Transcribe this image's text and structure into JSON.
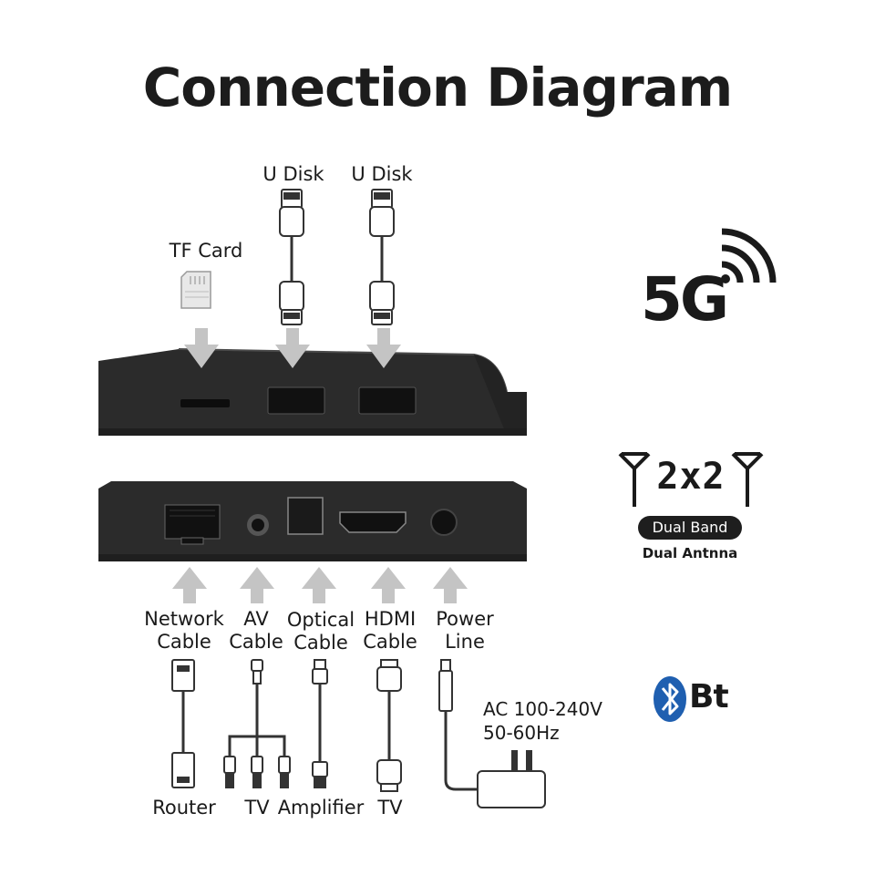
{
  "title": "Connection Diagram",
  "top_ports": {
    "tf_card": "TF Card",
    "u_disk_1": "U Disk",
    "u_disk_2": "U Disk"
  },
  "badges": {
    "five_g": "5G",
    "antenna_2x2": "2x2",
    "dual_band": "Dual Band",
    "dual_antenna": "Dual Antnna",
    "bluetooth": "Bt"
  },
  "rear_ports": [
    {
      "label_line1": "Network",
      "label_line2": "Cable",
      "device": "Router"
    },
    {
      "label_line1": "AV",
      "label_line2": "Cable",
      "device": "TV"
    },
    {
      "label_line1": "Optical",
      "label_line2": "Cable",
      "device": "Amplifier"
    },
    {
      "label_line1": "HDMI",
      "label_line2": "Cable",
      "device": "TV"
    },
    {
      "label_line1": "Power",
      "label_line2": "Line",
      "device": ""
    }
  ],
  "power_spec": {
    "line1": "AC 100-240V",
    "line2": "50-60Hz"
  },
  "colors": {
    "device_body": "#2b2b2b",
    "arrow": "#c4c4c4",
    "bluetooth_blue": "#1f5fb0",
    "text": "#1a1a1a"
  }
}
